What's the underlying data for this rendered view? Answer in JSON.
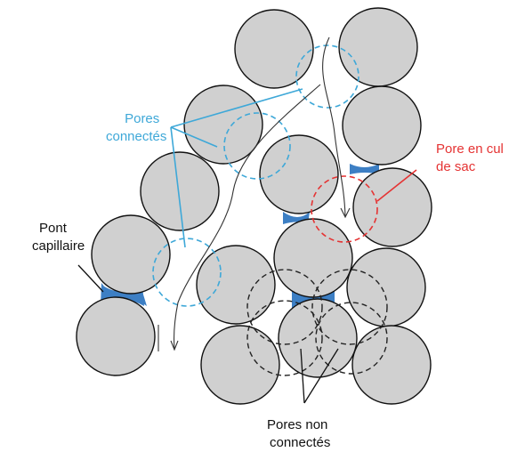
{
  "labels": {
    "pores_connected_1": "Pores",
    "pores_connected_2": "connectés",
    "pore_dead_end_1": "Pore en cul",
    "pore_dead_end_2": "de sac",
    "capillary_bridge_1": "Pont",
    "capillary_bridge_2": "capillaire",
    "pores_not_connected_1": "Pores non",
    "pores_not_connected_2": "connectés"
  },
  "colors": {
    "grain_fill": "#d0d0d0",
    "grain_stroke": "#111111",
    "capillary_bridge": "#3d7fc4",
    "connected_pores": "#3ea8d8",
    "dead_end_pore": "#e53333",
    "isolated_pores": "#222222",
    "text": "#111111"
  }
}
